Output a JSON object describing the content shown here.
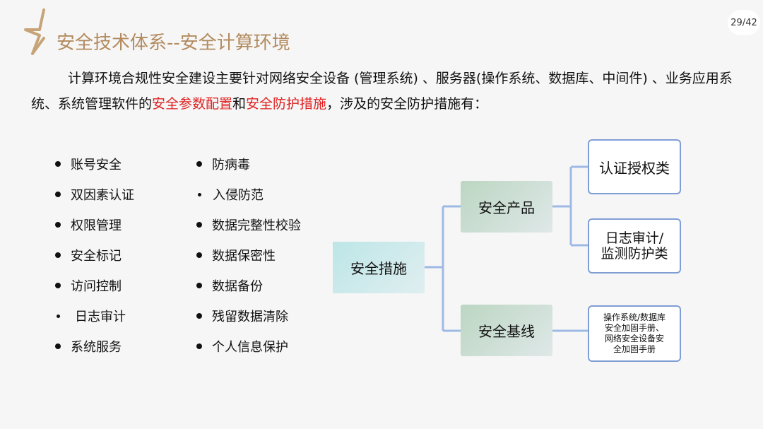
{
  "page": {
    "number": "29/42"
  },
  "title": "安全技术体系--安全计算环境",
  "intro": {
    "part1": "计算环境合规性安全建设主要针对网络安全设备 (管理系统) 、服务器(操作系统、数据库、中间件) 、业务应用系统、系统管理软件的",
    "highlight1": "安全参数配置",
    "and": "和",
    "highlight2": "安全防护措施",
    "part2": "，涉及的安全防护措施有："
  },
  "left_list": [
    "账号安全",
    "双因素认证",
    "权限管理",
    "安全标记",
    "访问控制",
    "日志审计",
    "系统服务"
  ],
  "right_list": [
    "防病毒",
    "入侵防范",
    "数据完整性校验",
    "数据保密性",
    "数据备份",
    "残留数据清除",
    "个人信息保护"
  ],
  "diagram": {
    "center": "安全措施",
    "products": "安全产品",
    "baseline": "安全基线",
    "auth": "认证授权类",
    "log_line1": "日志审计/",
    "log_line2": "监测防护类",
    "guide_line1": "操作系统/数据库",
    "guide_line2": "安全加固手册、",
    "guide_line3": "网络安全设备安",
    "guide_line4": "全加固手册"
  },
  "colors": {
    "title": "#b38b5e",
    "highlight": "#e02020",
    "connector": "#9fb9e6",
    "box_border": "#7f9ed6"
  }
}
